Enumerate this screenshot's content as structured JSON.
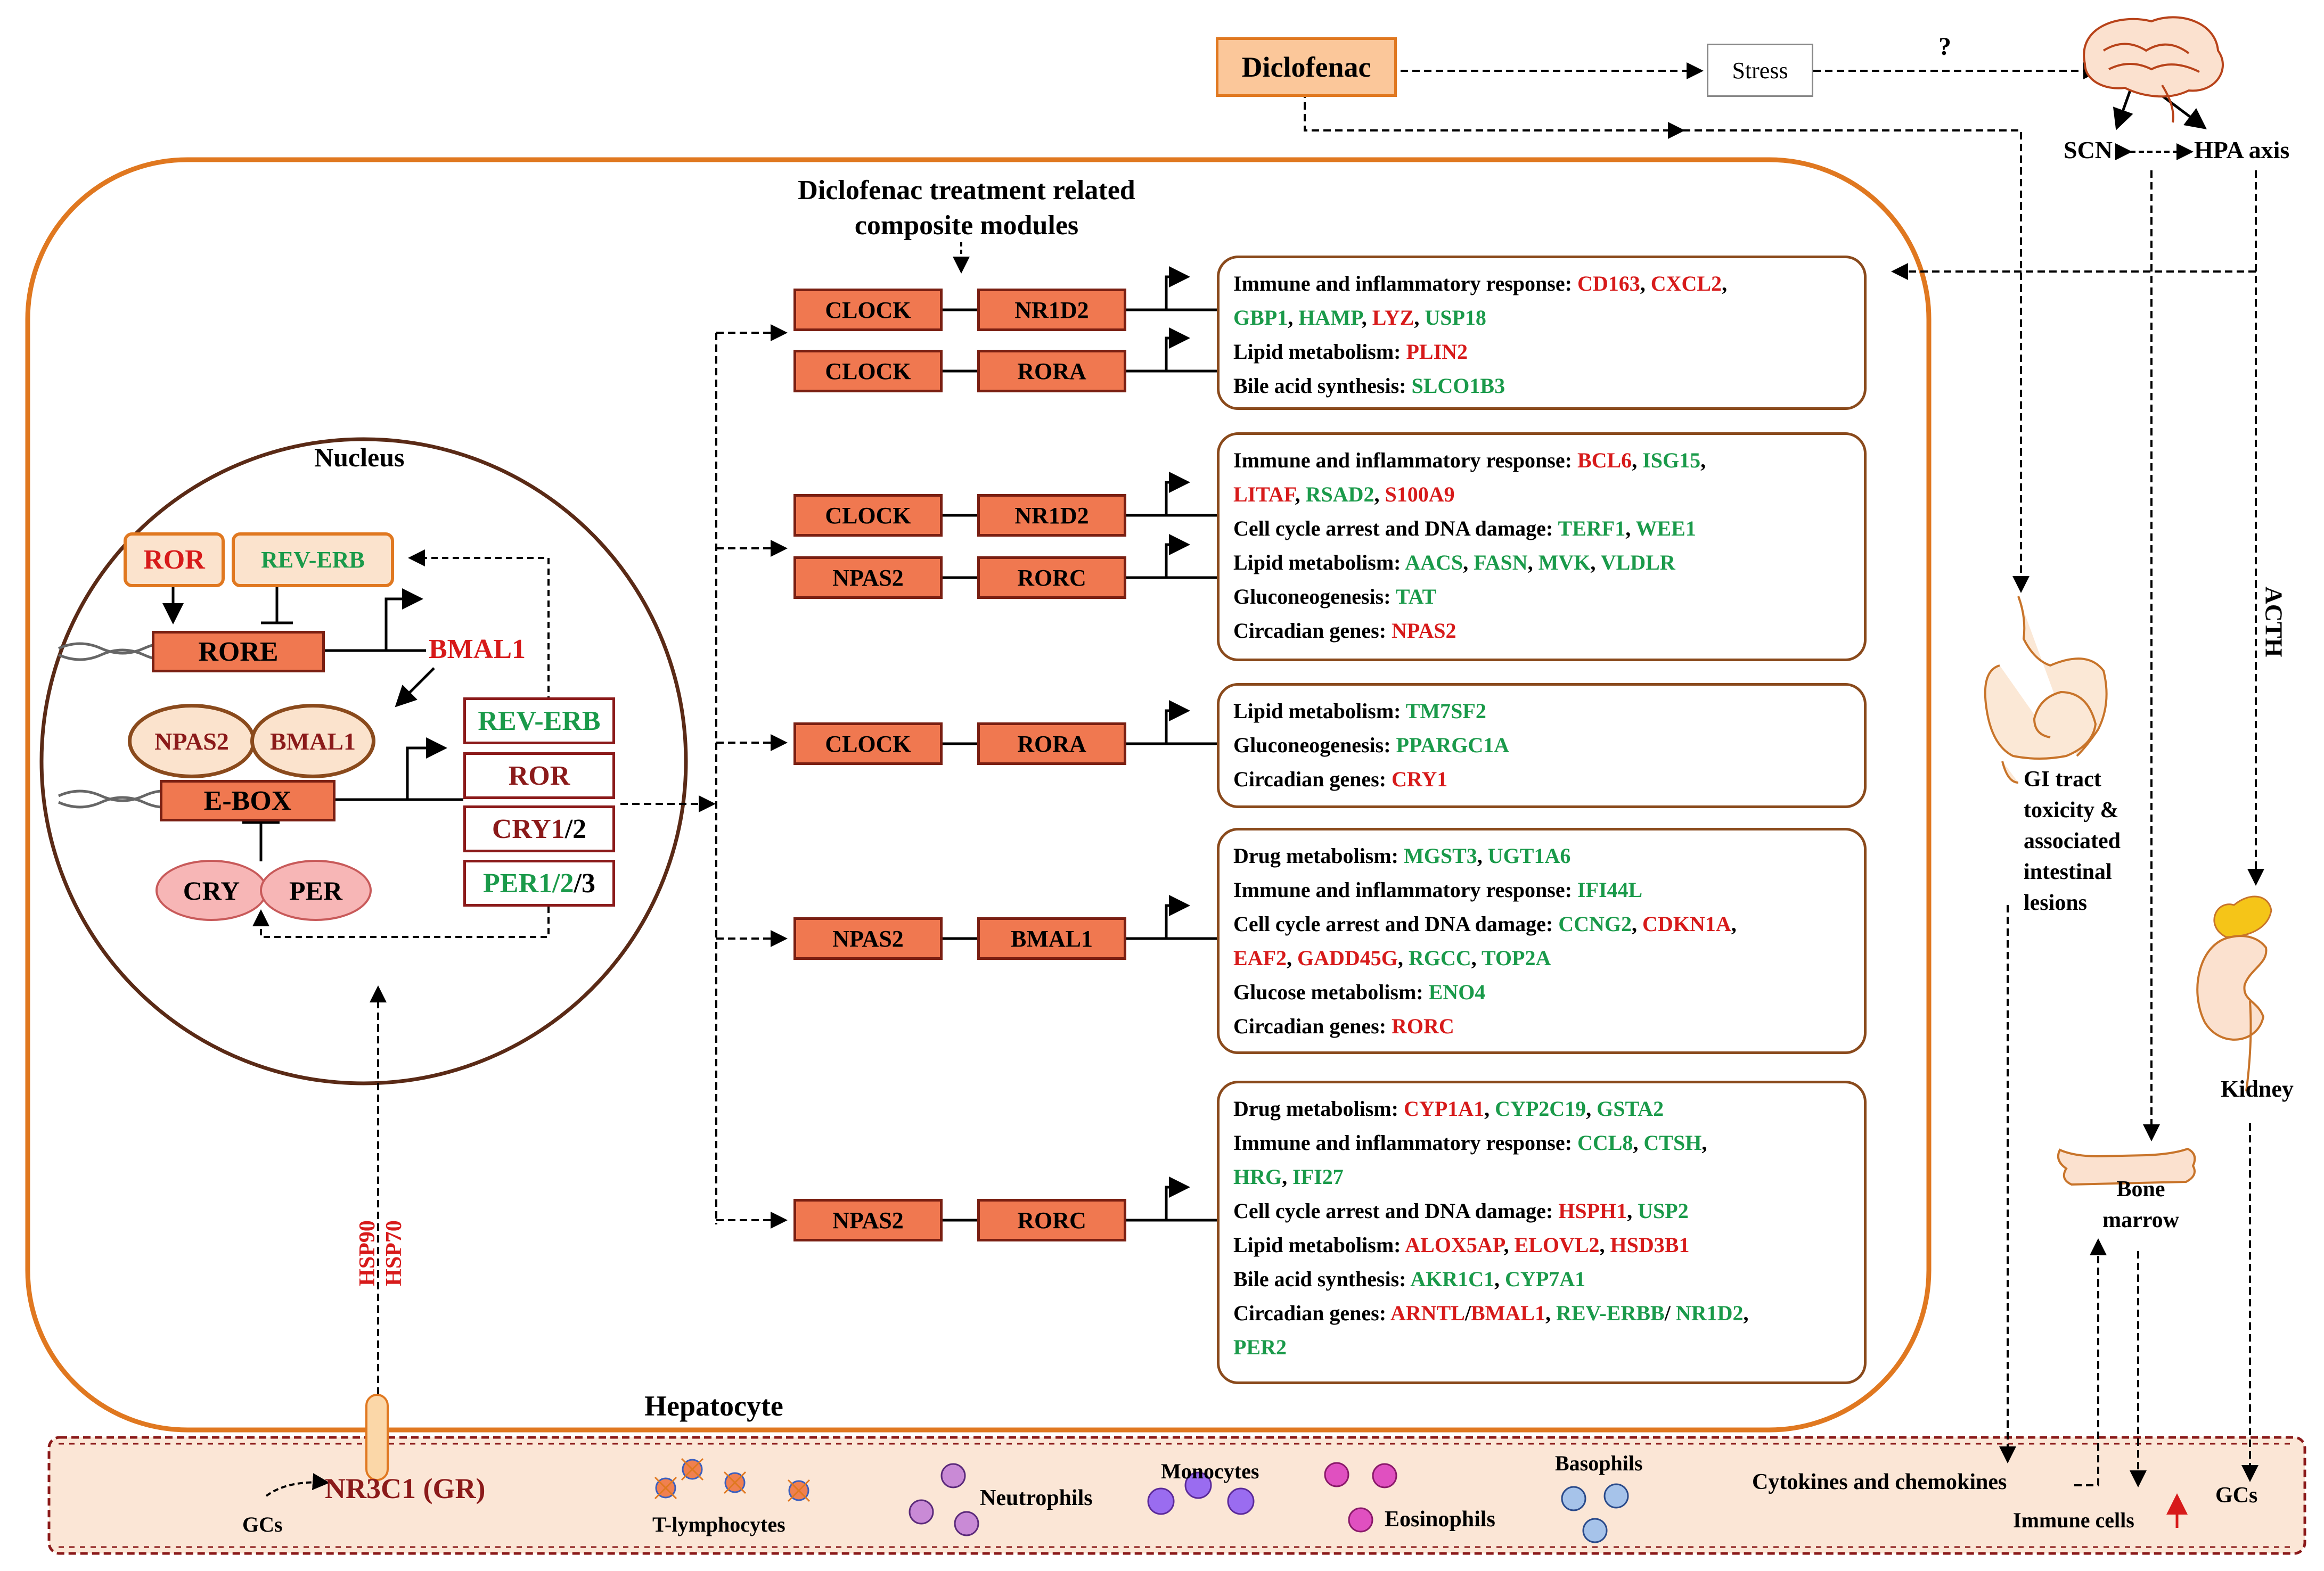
{
  "drug": "Diclofenac",
  "stress": "Stress",
  "question_mark": "?",
  "scn": "SCN",
  "hpa_axis": "HPA axis",
  "acth": "ACTH",
  "kidney": "Kidney",
  "bone_marrow_line1": "Bone",
  "bone_marrow_line2": "marrow",
  "gi_tract": [
    "GI tract",
    "toxicity &",
    "associated",
    "intestinal",
    "lesions"
  ],
  "composite_title_line1": "Diclofenac treatment related",
  "composite_title_line2": "composite modules",
  "hepatocyte": "Hepatocyte",
  "nucleus": {
    "title": "Nucleus",
    "ror": "ROR",
    "rev_erb": "REV-ERB",
    "rore": "RORE",
    "bmal1_label": "BMAL1",
    "npas2": "NPAS2",
    "bmal1": "BMAL1",
    "ebox": "E-BOX",
    "cry": "CRY",
    "per": "PER",
    "target_rev_erb": "REV-ERB",
    "target_ror": "ROR",
    "target_cry_a": "CRY1",
    "target_cry_b": "/2",
    "target_per_a": "PER1/",
    "target_per_b": "2",
    "target_per_c": "/3"
  },
  "hsp90": "HSP90",
  "hsp70": "HSP70",
  "receptor": "NR3C1 (GR)",
  "gcs_left": "GCs",
  "gcs_right": "GCs",
  "cells": {
    "t_lymphocytes": "T-lymphocytes",
    "neutrophils": "Neutrophils",
    "monocytes": "Monocytes",
    "eosinophils": "Eosinophils",
    "basophils": "Basophils",
    "cytokines": "Cytokines and chemokines",
    "immune_cells": "Immune cells"
  },
  "modules": [
    {
      "pairs": [
        [
          "CLOCK",
          "NR1D2"
        ],
        [
          "CLOCK",
          "RORA"
        ]
      ],
      "rows": [
        [
          [
            "Immune and inflammatory response: ",
            "blk"
          ],
          [
            "CD163",
            "red"
          ],
          [
            ", ",
            "blk"
          ],
          [
            "CXCL2",
            "red"
          ],
          [
            ",",
            "blk"
          ]
        ],
        [
          [
            "GBP1",
            "grn"
          ],
          [
            ", ",
            "blk"
          ],
          [
            "HAMP",
            "grn"
          ],
          [
            ", ",
            "blk"
          ],
          [
            "LYZ",
            "red"
          ],
          [
            ", ",
            "blk"
          ],
          [
            "USP18",
            "grn"
          ]
        ],
        [
          [
            "Lipid metabolism: ",
            "blk"
          ],
          [
            "PLIN2",
            "red"
          ]
        ],
        [
          [
            "Bile acid synthesis: ",
            "blk"
          ],
          [
            "SLCO1B3",
            "grn"
          ]
        ]
      ]
    },
    {
      "pairs": [
        [
          "CLOCK",
          "NR1D2"
        ],
        [
          "NPAS2",
          "RORC"
        ]
      ],
      "rows": [
        [
          [
            "Immune and inflammatory response: ",
            "blk"
          ],
          [
            "BCL6",
            "red"
          ],
          [
            ", ",
            "blk"
          ],
          [
            "ISG15",
            "grn"
          ],
          [
            ",",
            "blk"
          ]
        ],
        [
          [
            "LITAF",
            "red"
          ],
          [
            ", ",
            "blk"
          ],
          [
            "RSAD2",
            "grn"
          ],
          [
            ", ",
            "blk"
          ],
          [
            "S100A9",
            "red"
          ]
        ],
        [
          [
            "Cell cycle arrest and DNA damage: ",
            "blk"
          ],
          [
            "TERF1",
            "grn"
          ],
          [
            ", ",
            "blk"
          ],
          [
            "WEE1",
            "grn"
          ]
        ],
        [
          [
            "Lipid metabolism: ",
            "blk"
          ],
          [
            "AACS",
            "grn"
          ],
          [
            ", ",
            "blk"
          ],
          [
            "FASN",
            "grn"
          ],
          [
            ", ",
            "blk"
          ],
          [
            "MVK",
            "grn"
          ],
          [
            ", ",
            "blk"
          ],
          [
            "VLDLR",
            "grn"
          ]
        ],
        [
          [
            "Gluconeogenesis: ",
            "blk"
          ],
          [
            "TAT",
            "grn"
          ]
        ],
        [
          [
            "Circadian genes: ",
            "blk"
          ],
          [
            "NPAS2",
            "red"
          ]
        ]
      ]
    },
    {
      "pairs": [
        [
          "CLOCK",
          "RORA"
        ]
      ],
      "rows": [
        [
          [
            "Lipid metabolism: ",
            "blk"
          ],
          [
            "TM7SF2",
            "grn"
          ]
        ],
        [
          [
            "Gluconeogenesis: ",
            "blk"
          ],
          [
            "PPARGC1A",
            "grn"
          ]
        ],
        [
          [
            "Circadian genes: ",
            "blk"
          ],
          [
            "CRY1",
            "red"
          ]
        ]
      ]
    },
    {
      "pairs": [
        [
          "NPAS2",
          "BMAL1"
        ]
      ],
      "rows": [
        [
          [
            "Drug metabolism: ",
            "blk"
          ],
          [
            "MGST3",
            "grn"
          ],
          [
            ", ",
            "blk"
          ],
          [
            "UGT1A6",
            "grn"
          ]
        ],
        [
          [
            "Immune and inflammatory response: ",
            "blk"
          ],
          [
            "IFI44L",
            "grn"
          ]
        ],
        [
          [
            "Cell cycle arrest and DNA damage: ",
            "blk"
          ],
          [
            "CCNG2",
            "grn"
          ],
          [
            ", ",
            "blk"
          ],
          [
            "CDKN1A",
            "red"
          ],
          [
            ",",
            "blk"
          ]
        ],
        [
          [
            "EAF2",
            "red"
          ],
          [
            ", ",
            "blk"
          ],
          [
            "GADD45G",
            "red"
          ],
          [
            ", ",
            "blk"
          ],
          [
            "RGCC",
            "grn"
          ],
          [
            ", ",
            "blk"
          ],
          [
            "TOP2A",
            "grn"
          ]
        ],
        [
          [
            "Glucose metabolism: ",
            "blk"
          ],
          [
            "ENO4",
            "grn"
          ]
        ],
        [
          [
            "Circadian genes: ",
            "blk"
          ],
          [
            "RORC",
            "red"
          ]
        ]
      ]
    },
    {
      "pairs": [
        [
          "NPAS2",
          "RORC"
        ]
      ],
      "rows": [
        [
          [
            "Drug metabolism: ",
            "blk"
          ],
          [
            "CYP1A1",
            "red"
          ],
          [
            ", ",
            "blk"
          ],
          [
            "CYP2C19",
            "grn"
          ],
          [
            ", ",
            "blk"
          ],
          [
            "GSTA2",
            "grn"
          ]
        ],
        [
          [
            "Immune and inflammatory response: ",
            "blk"
          ],
          [
            "CCL8",
            "grn"
          ],
          [
            ", ",
            "blk"
          ],
          [
            "CTSH",
            "grn"
          ],
          [
            ",",
            "blk"
          ]
        ],
        [
          [
            "HRG",
            "grn"
          ],
          [
            ", ",
            "blk"
          ],
          [
            "IFI27",
            "grn"
          ]
        ],
        [
          [
            "Cell cycle arrest and DNA damage: ",
            "blk"
          ],
          [
            "HSPH1",
            "red"
          ],
          [
            ", ",
            "blk"
          ],
          [
            "USP2",
            "grn"
          ]
        ],
        [
          [
            "Lipid metabolism: ",
            "blk"
          ],
          [
            "ALOX5AP",
            "red"
          ],
          [
            ", ",
            "blk"
          ],
          [
            "ELOVL2",
            "red"
          ],
          [
            ", ",
            "blk"
          ],
          [
            "HSD3B1",
            "red"
          ]
        ],
        [
          [
            "Bile acid synthesis: ",
            "blk"
          ],
          [
            "AKR1C1",
            "grn"
          ],
          [
            ", ",
            "blk"
          ],
          [
            "CYP7A1",
            "grn"
          ]
        ],
        [
          [
            "Circadian genes: ",
            "blk"
          ],
          [
            "ARNTL",
            "red"
          ],
          [
            "/",
            "blk"
          ],
          [
            "BMAL1",
            "red"
          ],
          [
            ", ",
            "blk"
          ],
          [
            "REV-ERBB",
            "grn"
          ],
          [
            "/ ",
            "blk"
          ],
          [
            "NR1D2",
            "grn"
          ],
          [
            ",",
            "blk"
          ]
        ],
        [
          [
            "PER2",
            "grn"
          ]
        ]
      ]
    }
  ],
  "colors": {
    "gene_box_fill": "#f07850",
    "up_regulated": "#d71a1a",
    "down_regulated": "#1a9a4a",
    "cell_border": "#e07820",
    "blood_fill": "#fbe6d6"
  }
}
